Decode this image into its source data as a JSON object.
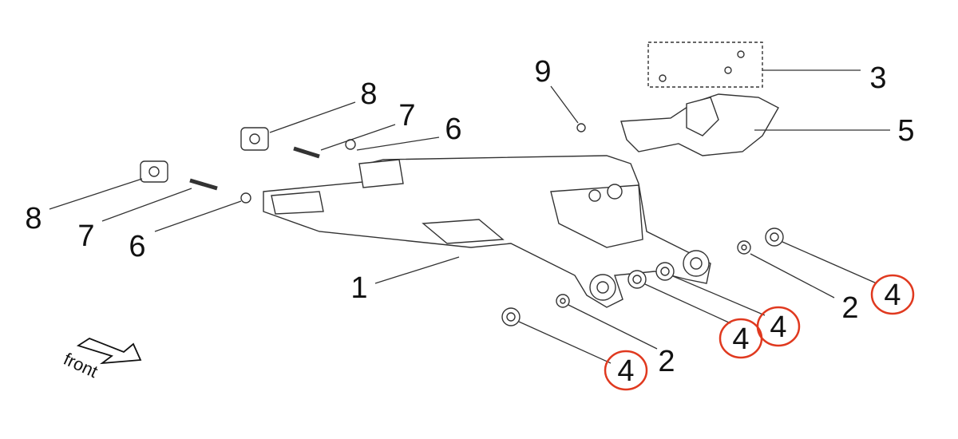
{
  "title": "Swingarm exploded parts diagram",
  "front_label": "front",
  "callouts": [
    {
      "id": "8a",
      "text": "8",
      "circled": false
    },
    {
      "id": "7a",
      "text": "7",
      "circled": false
    },
    {
      "id": "6a",
      "text": "6",
      "circled": false
    },
    {
      "id": "9",
      "text": "9",
      "circled": false
    },
    {
      "id": "3",
      "text": "3",
      "circled": false
    },
    {
      "id": "5",
      "text": "5",
      "circled": false
    },
    {
      "id": "8b",
      "text": "8",
      "circled": false
    },
    {
      "id": "7b",
      "text": "7",
      "circled": false
    },
    {
      "id": "6b",
      "text": "6",
      "circled": false
    },
    {
      "id": "1",
      "text": "1",
      "circled": false
    },
    {
      "id": "2a",
      "text": "2",
      "circled": false
    },
    {
      "id": "4a",
      "text": "4",
      "circled": true
    },
    {
      "id": "4b",
      "text": "4",
      "circled": true
    },
    {
      "id": "4c",
      "text": "4",
      "circled": true
    },
    {
      "id": "2b",
      "text": "2",
      "circled": false
    },
    {
      "id": "4d",
      "text": "4",
      "circled": true
    }
  ],
  "highlight_color": "#e0391f"
}
